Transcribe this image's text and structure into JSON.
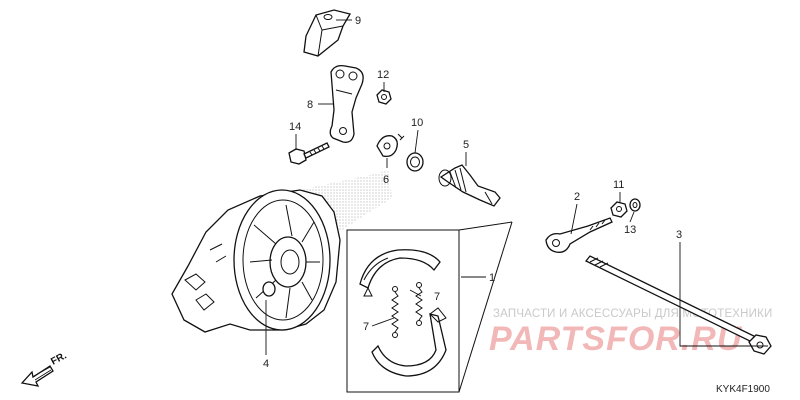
{
  "diagram": {
    "callouts": [
      {
        "id": "p9",
        "label": "9"
      },
      {
        "id": "p12",
        "label": "12"
      },
      {
        "id": "p8",
        "label": "8"
      },
      {
        "id": "p14",
        "label": "14"
      },
      {
        "id": "p10",
        "label": "10"
      },
      {
        "id": "p5",
        "label": "5"
      },
      {
        "id": "p6",
        "label": "6"
      },
      {
        "id": "p2",
        "label": "2"
      },
      {
        "id": "p11",
        "label": "11"
      },
      {
        "id": "p13",
        "label": "13"
      },
      {
        "id": "p3",
        "label": "3"
      },
      {
        "id": "p1",
        "label": "1"
      },
      {
        "id": "p7a",
        "label": "7"
      },
      {
        "id": "p7b",
        "label": "7"
      },
      {
        "id": "p4",
        "label": "4"
      }
    ],
    "direction_label": "FR.",
    "diagram_code": "KYK4F1900"
  },
  "watermark": {
    "line1": "ЗАПЧАСТИ И АКСЕССУАРЫ ДЛЯ МОТОТЕХНИКИ",
    "line2": "PARTSFOR.RU",
    "color": "#f2b8b8"
  }
}
